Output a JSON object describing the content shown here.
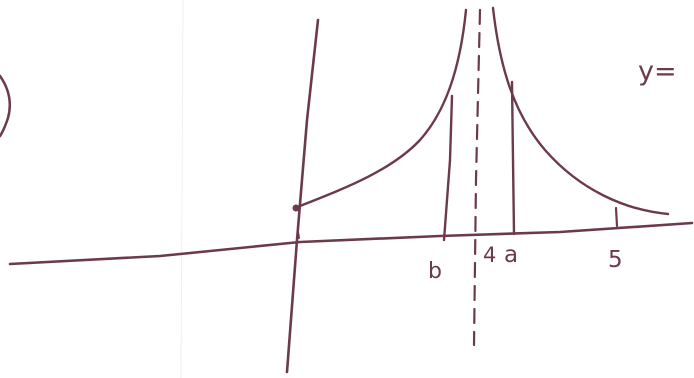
{
  "labels": {
    "equation_partial": "y=",
    "x_b": "b",
    "x_4": "4",
    "x_a": "a",
    "x_5": "5"
  },
  "colors": {
    "ink": "#6b3a4c",
    "paper": "#ffffff"
  }
}
